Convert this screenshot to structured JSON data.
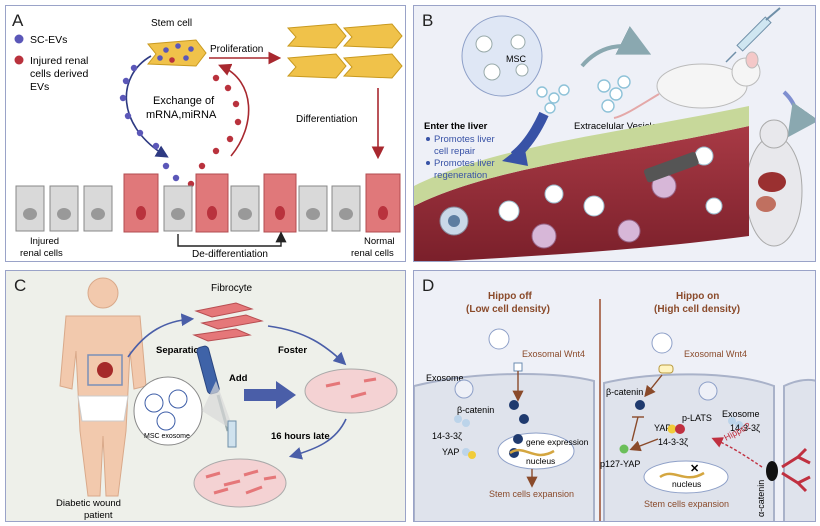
{
  "panels": {
    "a": {
      "letter": "A",
      "legend_sc": "SC-EVs",
      "legend_injured_1": "Injured renal",
      "legend_injured_2": "cells derived",
      "legend_injured_3": "EVs",
      "stem_cell": "Stem cell",
      "proliferation": "Proliferation",
      "exchange_1": "Exchange of",
      "exchange_2": "mRNA,miRNA",
      "differentiation": "Differentiation",
      "dedifferentiation": "De-differentiation",
      "injured_cells_1": "Injured",
      "injured_cells_2": "renal cells",
      "normal_cells_1": "Normal",
      "normal_cells_2": "renal cells"
    },
    "b": {
      "letter": "B",
      "msc": "MSC",
      "ev": "Extracelular Vesicles",
      "enter": "Enter the liver",
      "bullet1_1": "Promotes liver",
      "bullet1_2": "cell repair",
      "bullet2_1": "Promotes liver",
      "bullet2_2": "regeneration"
    },
    "c": {
      "letter": "C",
      "fibrocyte": "Fibrocyte",
      "separation": "Separation",
      "foster": "Foster",
      "add": "Add",
      "msc_exosome": "MSC exosome",
      "hours_late": "16 hours late",
      "patient_1": "Diabetic wound",
      "patient_2": "patient"
    },
    "d": {
      "letter": "D",
      "off_1": "Hippo off",
      "off_2": "(Low cell density)",
      "on_1": "Hippo on",
      "on_2": "(High cell density)",
      "wnt_left": "Exosomal Wnt4",
      "wnt_right": "Exosomal Wnt4",
      "exosome_left": "Exosome",
      "exosome_right": "Exosome",
      "beta_left": "β-catenin",
      "beta_right": "β-catenin",
      "protein1433_left": "14-3-3ζ",
      "protein1433_right": "14-3-3ζ",
      "protein1433_mid": "14-3-3ζ",
      "yap_left": "YAP",
      "yap_right": "YAP",
      "plats": "p-LATS",
      "p127": "p127-YAP",
      "hippo_q": "Hippo?",
      "gene_expression": "gene expression",
      "nucleus_left": "nucleus",
      "nucleus_right": "nucleus",
      "stem_left": "Stem cells expansion",
      "stem_right": "Stem cells expansion",
      "alpha_catenin": "α-catenin"
    }
  },
  "colors": {
    "ev_blue": "#5b57b8",
    "ev_red": "#b9323d",
    "renal_red": "#e0787a",
    "stem_yellow": "#f0c24a",
    "arrow_red": "#a8282f",
    "arrow_navy": "#2e3a82",
    "hippo_text": "#8a4a2a",
    "divider": "#a0583a"
  }
}
